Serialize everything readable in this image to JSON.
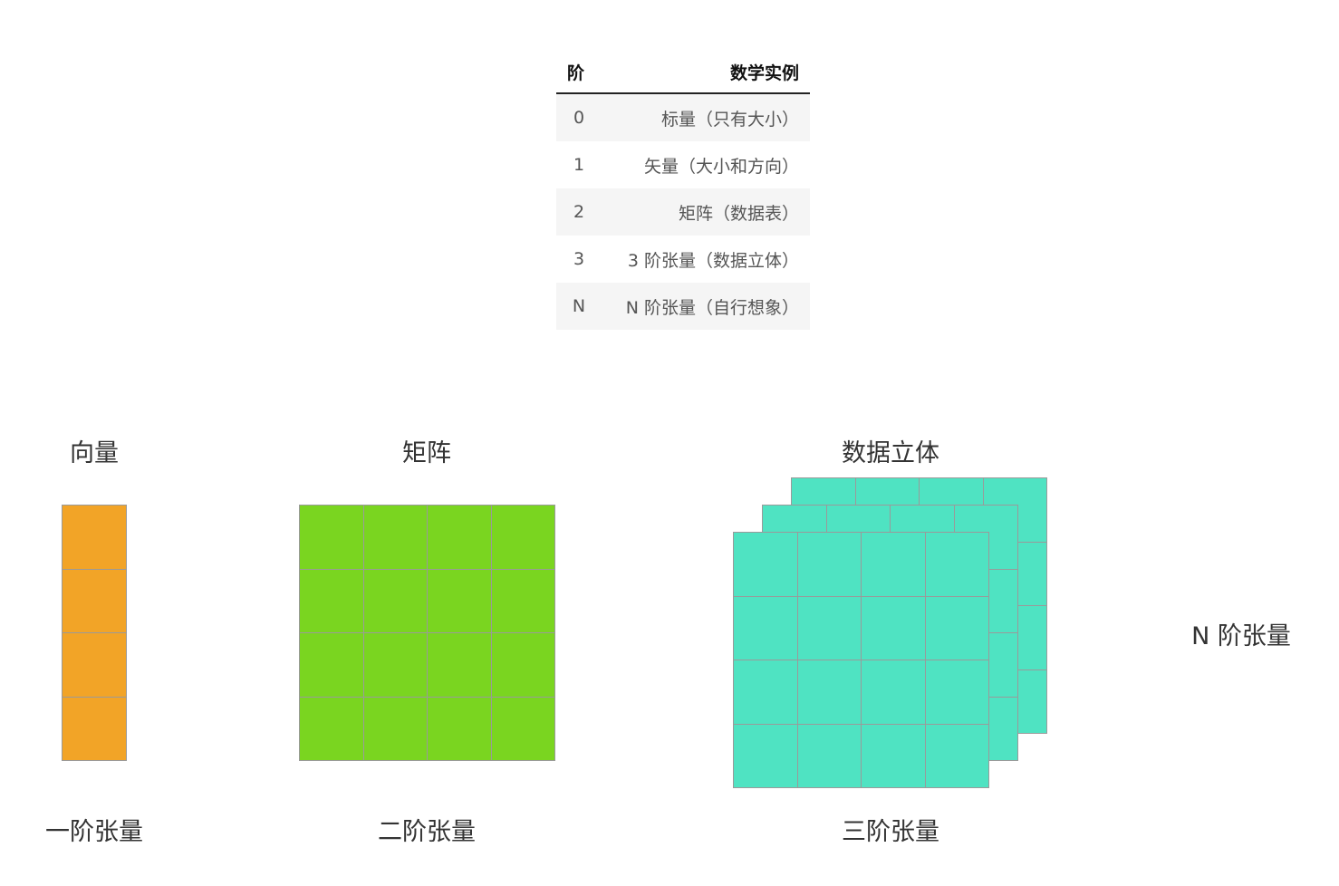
{
  "table": {
    "header": {
      "rank": "阶",
      "example": "数学实例"
    },
    "rows": [
      {
        "rank": "0",
        "example": "标量（只有大小）"
      },
      {
        "rank": "1",
        "example": "矢量（大小和方向）"
      },
      {
        "rank": "2",
        "example": "矩阵（数据表）"
      },
      {
        "rank": "3",
        "example": "3 阶张量（数据立体）"
      },
      {
        "rank": "N",
        "example": "N 阶张量（自行想象）"
      }
    ]
  },
  "figures": {
    "vector": {
      "title": "向量",
      "caption": "一阶张量",
      "rows": 4,
      "cols": 1,
      "color": "#f2a427"
    },
    "matrix": {
      "title": "矩阵",
      "caption": "二阶张量",
      "rows": 4,
      "cols": 4,
      "color": "#7ad520"
    },
    "cube": {
      "title": "数据立体",
      "caption": "三阶张量",
      "rows": 4,
      "cols": 4,
      "layers": 3,
      "color": "#4fe3c2"
    },
    "n_tensor": {
      "caption": "N 阶张量"
    }
  }
}
